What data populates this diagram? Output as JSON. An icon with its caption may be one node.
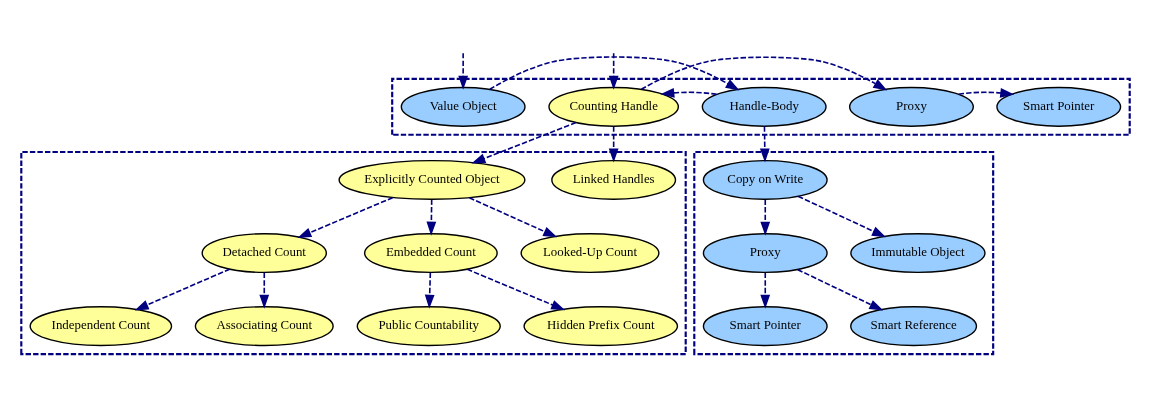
{
  "diagram": {
    "nodes": [
      {
        "text": [],
        "shape": "box"
      },
      {
        "text": [
          "Smart Pointer"
        ],
        "in": 0
      },
      {
        "text": [
          "Proxy"
        ],
        "in": 0
      },
      {
        "text": [
          "Counting Handle"
        ],
        "in": 0
      },
      {
        "text": [
          "Handle-Body"
        ],
        "in": 0
      },
      {
        "text": [
          "Value Object"
        ],
        "in": 0
      },
      {
        "text": [],
        "shape": "box"
      },
      {
        "text": [
          "Explicitly Counted Object"
        ],
        "in": 6
      },
      {
        "text": [
          "Linked Handles"
        ],
        "in": 6
      },
      {
        "text": [
          "Embedded Count"
        ],
        "in": 6
      },
      {
        "text": [
          "Looked-Up Count"
        ],
        "in": 6
      },
      {
        "text": [
          "Detached Count"
        ],
        "in": 6
      },
      {
        "text": [
          "Public Countability"
        ],
        "in": 6
      },
      {
        "text": [
          "Hidden Prefix Count"
        ],
        "in": 6
      },
      {
        "text": [
          "Independent Count"
        ],
        "in": 6
      },
      {
        "text": [
          "Associating Count"
        ],
        "in": 6
      },
      {
        "text": [],
        "shape": "box"
      },
      {
        "text": [
          "Copy on Write"
        ],
        "in": 16
      },
      {
        "text": [
          "Immutable Object"
        ],
        "in": 16
      },
      {
        "text": [
          "Proxy"
        ],
        "in": 16
      },
      {
        "text": [
          "Smart Pointer"
        ],
        "in": 16
      },
      {
        "text": [
          "Smart Reference"
        ],
        "in": 16
      }
    ],
    "edges": [
      {
        "from": null,
        "to": 3,
        "arrow": "to",
        "style": "dashed"
      },
      {
        "from": null,
        "to": 5,
        "arrow": "to",
        "style": "dashed"
      },
      {
        "from": 5,
        "to": 4,
        "arrow": "to",
        "style": "dashed"
      },
      {
        "from": 4,
        "to": 3,
        "arrow": "to",
        "style": "dashed"
      },
      {
        "from": 3,
        "to": 2,
        "arrow": "to",
        "style": "dashed"
      },
      {
        "from": 2,
        "to": 1,
        "arrow": "to",
        "style": "dashed"
      },
      {
        "from": 3,
        "to": 7,
        "arrow": "to",
        "style": "dashed"
      },
      {
        "from": 3,
        "to": 8,
        "arrow": "to",
        "style": "dashed"
      },
      {
        "from": 4,
        "to": 17,
        "arrow": "to",
        "style": "dashed"
      },
      {
        "from": 7,
        "to": 9,
        "arrow": "to",
        "style": "dashed"
      },
      {
        "from": 7,
        "to": 10,
        "arrow": "to",
        "style": "dashed"
      },
      {
        "from": 7,
        "to": 11,
        "arrow": "to",
        "style": "dashed"
      },
      {
        "from": 9,
        "to": 12,
        "arrow": "to",
        "style": "dashed"
      },
      {
        "from": 9,
        "to": 13,
        "arrow": "to",
        "style": "dashed"
      },
      {
        "from": 11,
        "to": 14,
        "arrow": "to",
        "style": "dashed"
      },
      {
        "from": 11,
        "to": 15,
        "arrow": "to",
        "style": "dashed"
      },
      {
        "from": 17,
        "to": 18,
        "arrow": "to",
        "style": "dashed"
      },
      {
        "from": 17,
        "to": 19,
        "arrow": "to",
        "style": "dashed"
      },
      {
        "from": 19,
        "to": 20,
        "arrow": "to",
        "style": "dashed"
      },
      {
        "from": 19,
        "to": 21,
        "arrow": "to",
        "style": "dashed"
      }
    ]
  }
}
